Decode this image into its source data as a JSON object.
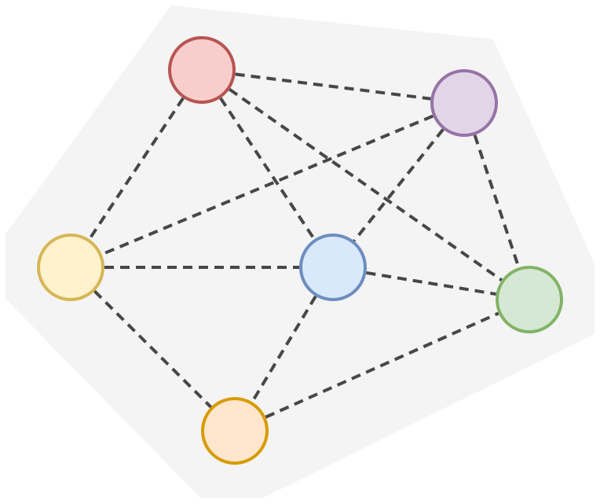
{
  "diagram": {
    "type": "network-graph",
    "background_region_color": "#f4f4f4",
    "edge_color": "#474747",
    "edge_style": "dashed",
    "nodes": [
      {
        "id": "red",
        "fill": "#f8cecc",
        "stroke": "#b85450"
      },
      {
        "id": "purple",
        "fill": "#e1d5e7",
        "stroke": "#9673a6"
      },
      {
        "id": "yellow",
        "fill": "#fff2cc",
        "stroke": "#d6b656"
      },
      {
        "id": "blue",
        "fill": "#dae8fc",
        "stroke": "#6c8ebf"
      },
      {
        "id": "green",
        "fill": "#d5e8d4",
        "stroke": "#82b366"
      },
      {
        "id": "orange",
        "fill": "#ffe6cc",
        "stroke": "#d79b00"
      }
    ],
    "edges": [
      [
        "red",
        "purple"
      ],
      [
        "red",
        "yellow"
      ],
      [
        "red",
        "blue"
      ],
      [
        "red",
        "green"
      ],
      [
        "purple",
        "yellow"
      ],
      [
        "purple",
        "blue"
      ],
      [
        "purple",
        "green"
      ],
      [
        "yellow",
        "blue"
      ],
      [
        "yellow",
        "orange"
      ],
      [
        "blue",
        "green"
      ],
      [
        "blue",
        "orange"
      ],
      [
        "orange",
        "green"
      ]
    ]
  }
}
